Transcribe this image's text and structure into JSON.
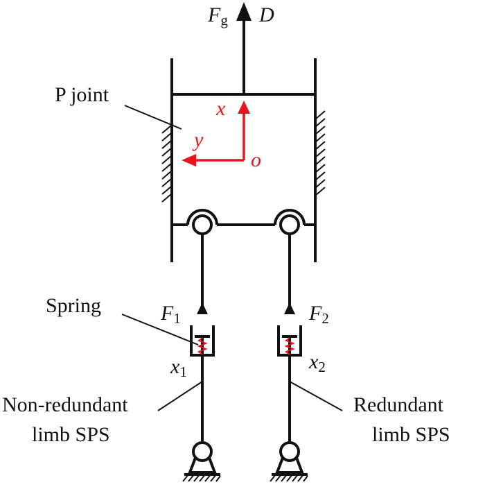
{
  "colors": {
    "line": "#111111",
    "accent": "#e8131b",
    "background": "#ffffff"
  },
  "labels": {
    "force_g": {
      "main": "F",
      "sub": "g"
    },
    "direction": "D",
    "p_joint": "P joint",
    "axis_x": "x",
    "axis_y": "y",
    "origin": "o",
    "spring": "Spring",
    "force_1": {
      "main": "F",
      "sub": "1"
    },
    "force_2": {
      "main": "F",
      "sub": "2"
    },
    "disp_1": {
      "main": "x",
      "sub": "1"
    },
    "disp_2": {
      "main": "x",
      "sub": "2"
    },
    "non_redundant_line1": "Non-redundant",
    "non_redundant_line2": "limb SPS",
    "redundant_line1": "Redundant",
    "redundant_line2": "limb SPS"
  }
}
